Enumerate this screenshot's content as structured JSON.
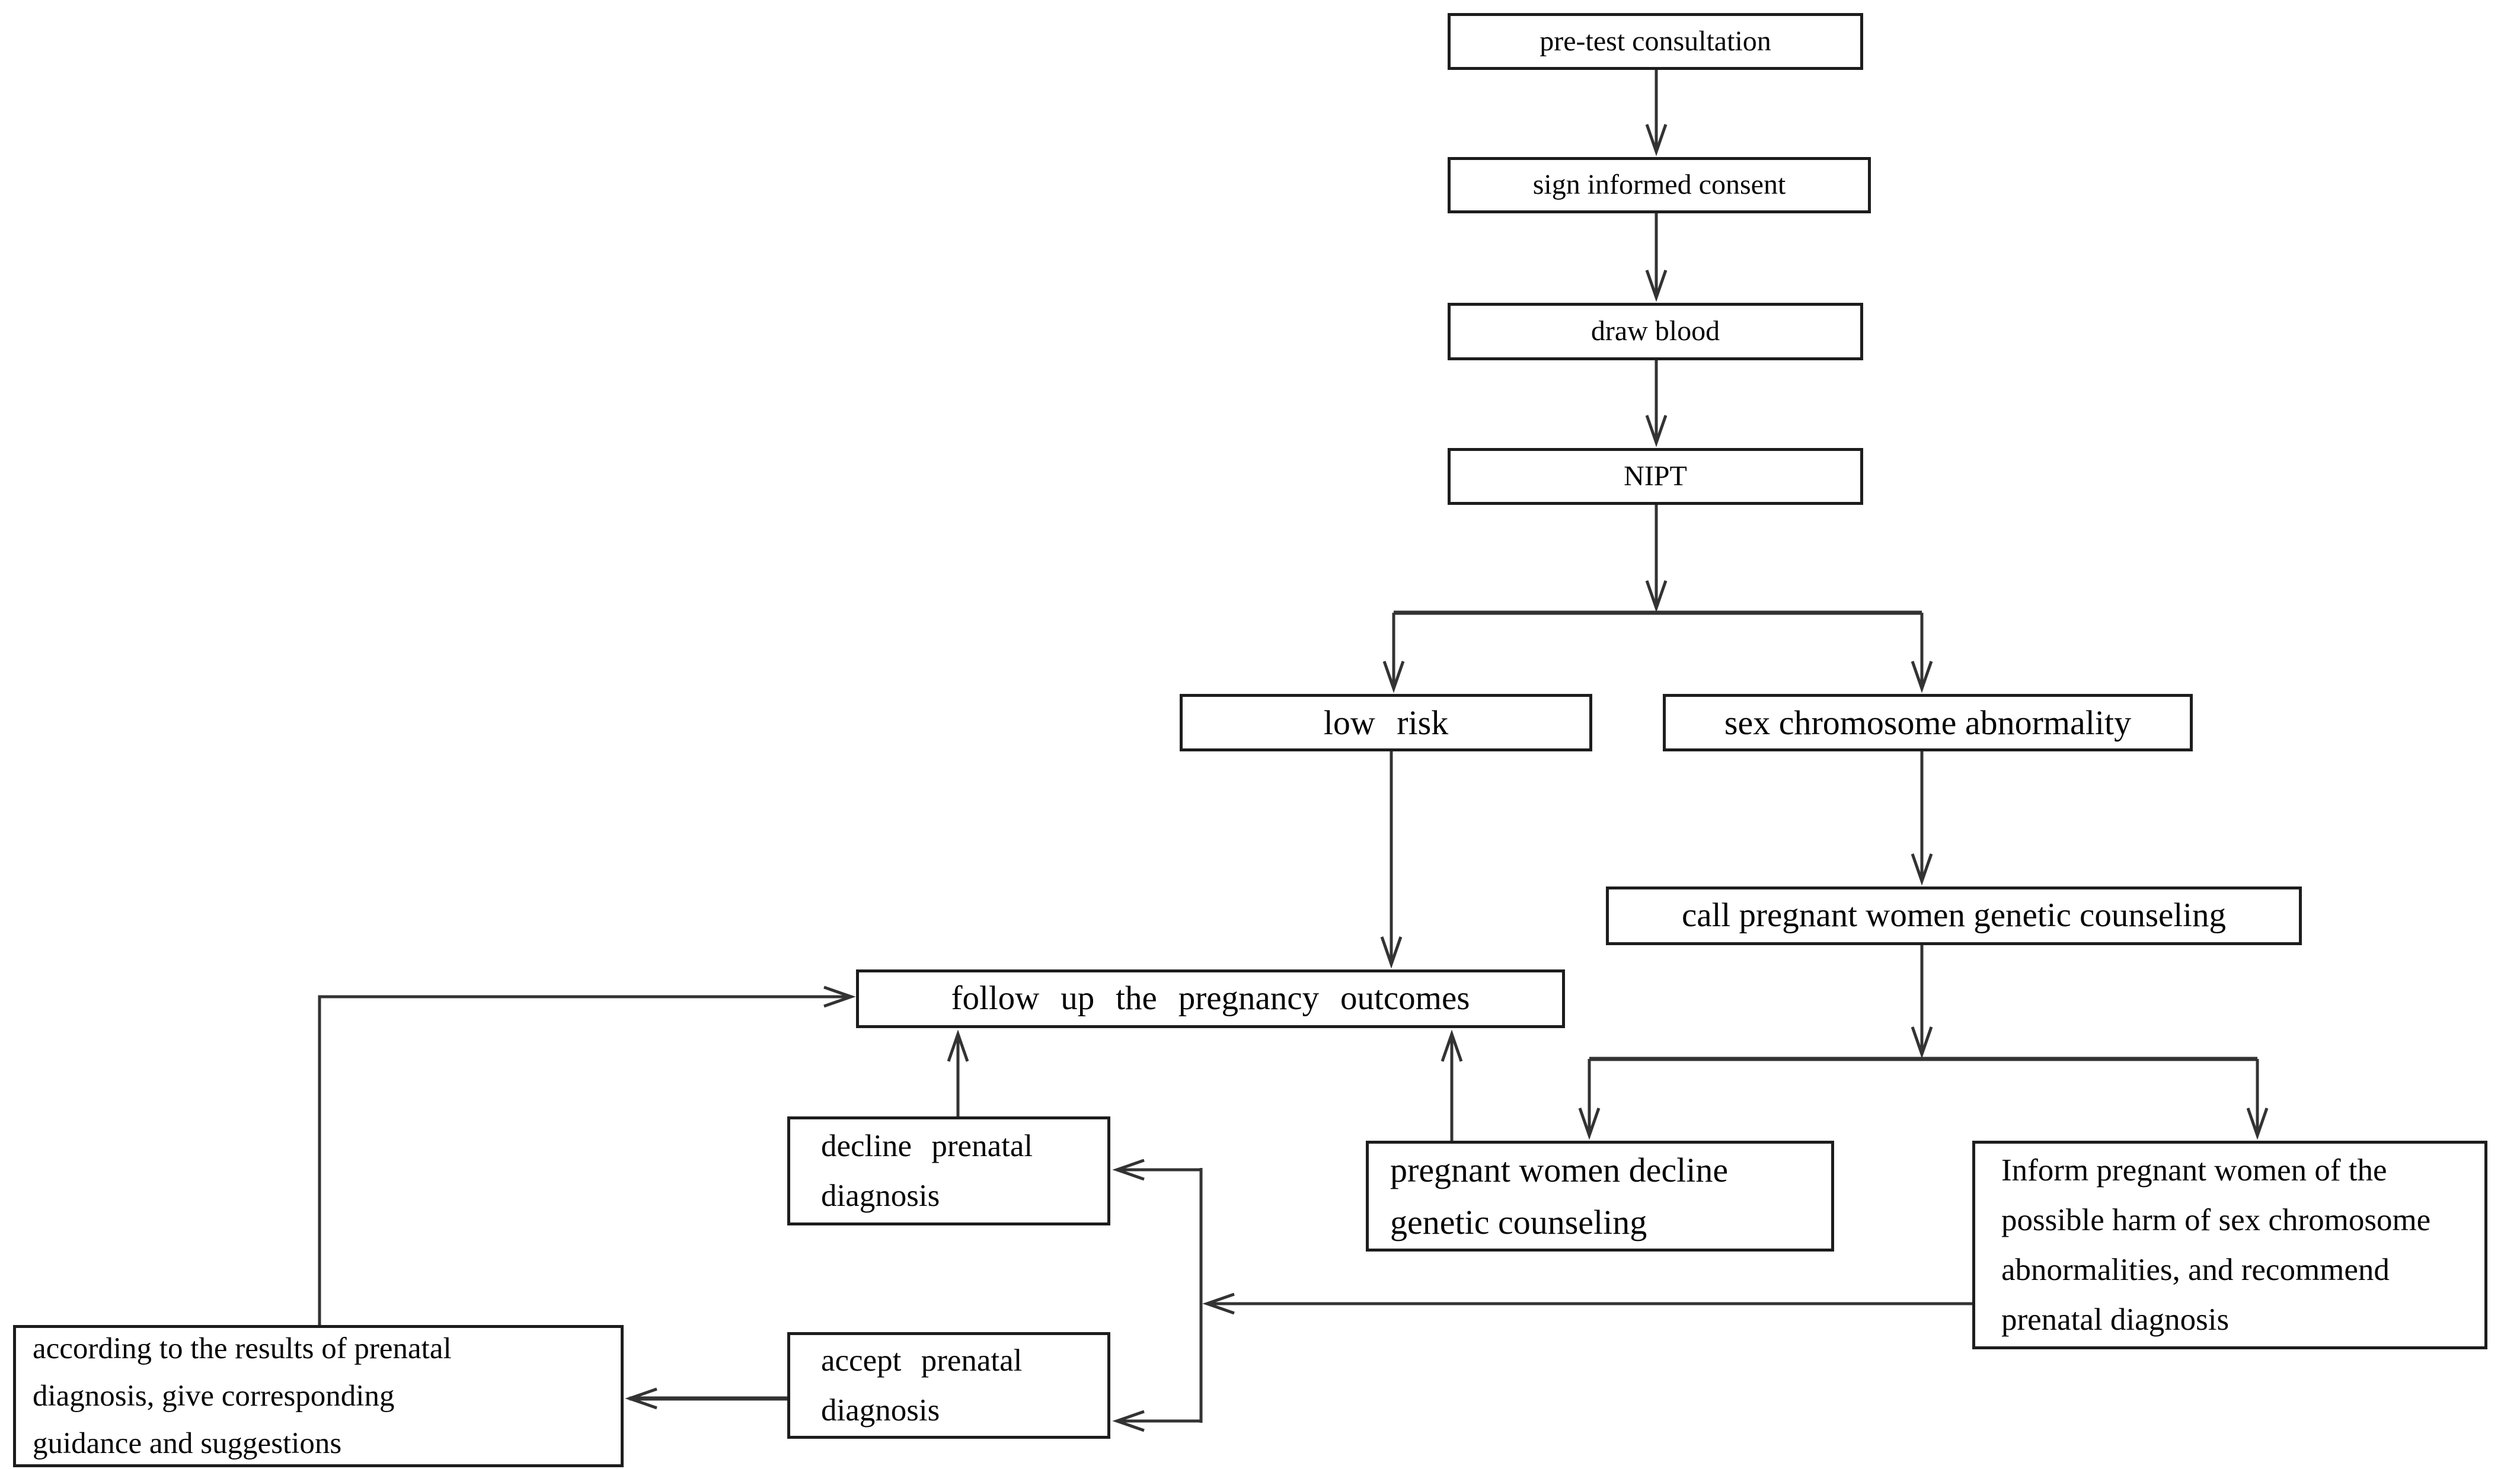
{
  "figure": {
    "background_color": "#ffffff",
    "line_color": "#333333",
    "box_border_color": "#1d1d1d",
    "nodes": {
      "pre_test": "pre-test consultation",
      "consent": "sign informed consent",
      "draw_blood": "draw blood",
      "nipt": "NIPT",
      "low_risk": "low risk",
      "sex_chrom": "sex chromosome abnormality",
      "call_counseling": "call pregnant women genetic counseling",
      "follow_up": "follow up the pregnancy outcomes",
      "decline_counseling": [
        "pregnant women decline",
        "genetic counseling"
      ],
      "inform": [
        "Inform pregnant women of the",
        "possible harm of sex chromosome",
        "abnormalities, and recommend",
        "prenatal diagnosis"
      ],
      "decline_diagnosis": [
        "decline prenatal",
        "diagnosis"
      ],
      "accept_diagnosis": [
        "accept prenatal",
        "diagnosis"
      ],
      "guidance": [
        "according to the results of prenatal",
        "diagnosis, give corresponding",
        "guidance and suggestions"
      ]
    }
  }
}
